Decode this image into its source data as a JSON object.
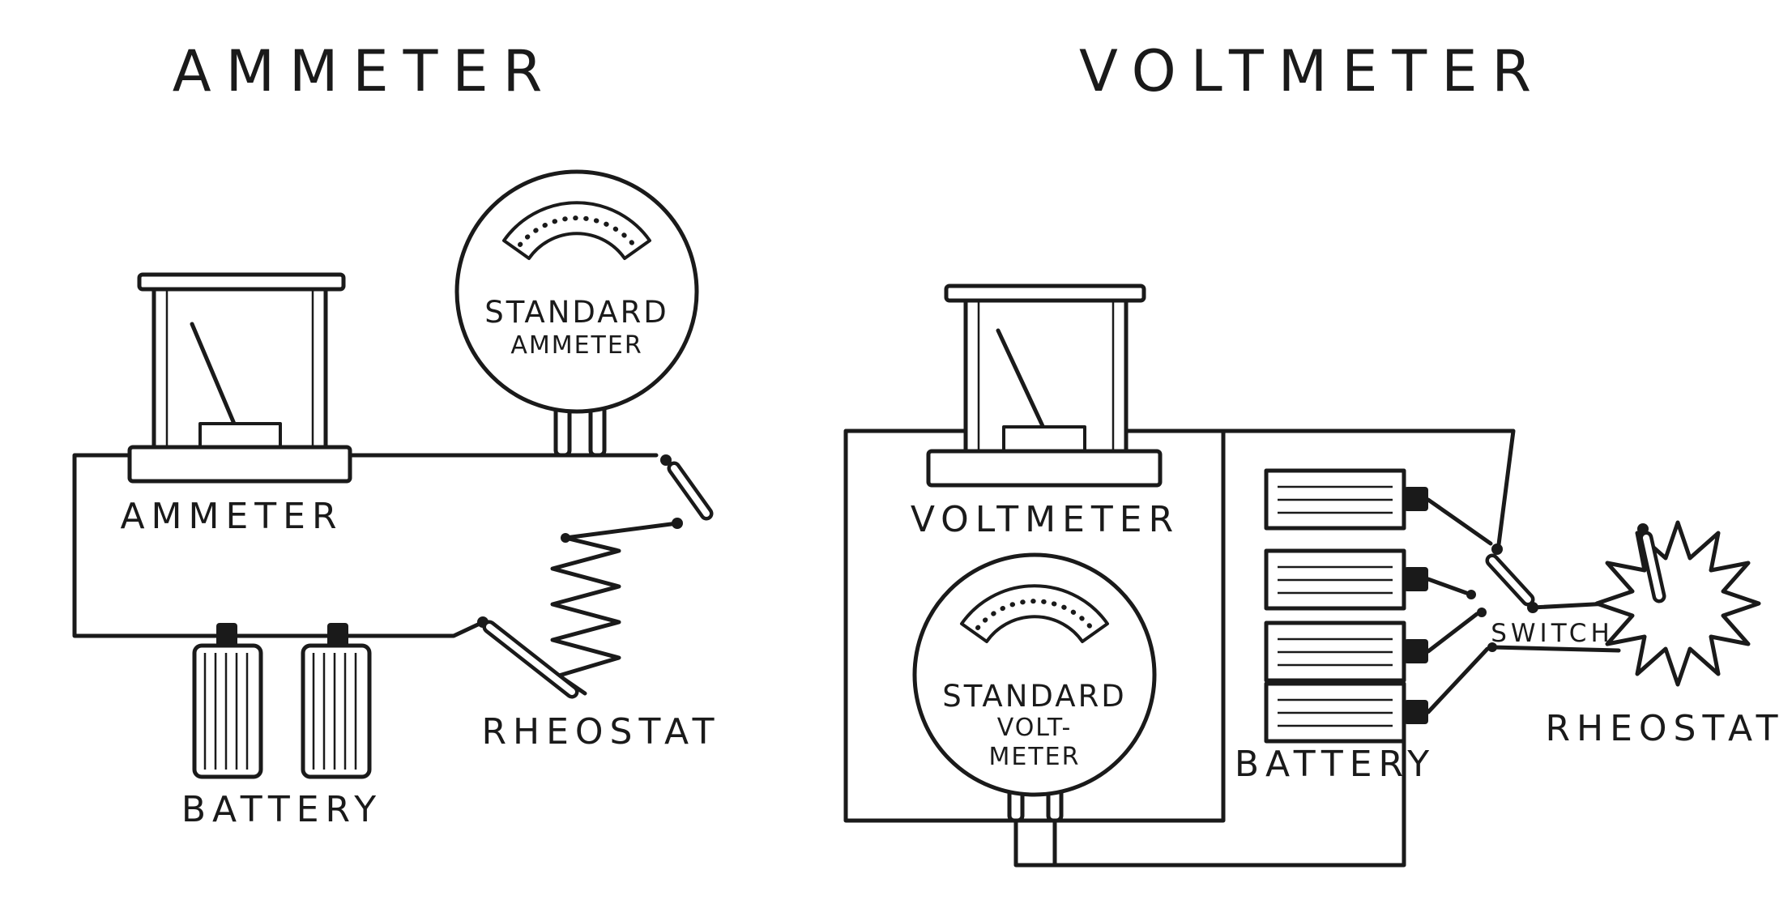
{
  "figure": {
    "kind": "circuit-calibration-diagram",
    "ink": "#1a1a1a",
    "paper": "#ffffff",
    "panels": [
      {
        "title": "AMMETER",
        "meter_label": "AMMETER",
        "standard_meter_lines": [
          "STANDARD",
          "AMMETER"
        ],
        "rheostat_label": "RHEOSTAT",
        "battery_label": "BATTERY"
      },
      {
        "title": "VOLTMETER",
        "meter_label": "VOLTMETER",
        "standard_meter_lines": [
          "STANDARD",
          "VOLT-",
          "METER"
        ],
        "switch_label": "SWITCH",
        "battery_label": "BATTERY",
        "rheostat_label": "RHEOSTAT"
      }
    ]
  }
}
